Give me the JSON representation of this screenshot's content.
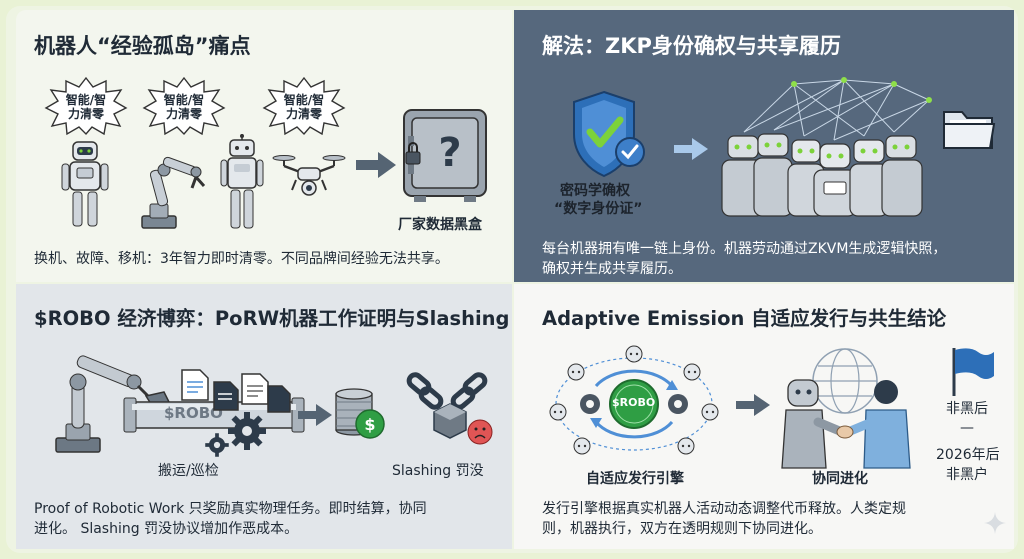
{
  "colors": {
    "page_bg": "#e9f2d5",
    "panel_dark": "#56687d",
    "panel_light": "#f3f6ee",
    "shield_blue": "#2d6fb8",
    "check_green": "#7cd23a",
    "coin_green": "#2f9e44",
    "alert_red": "#e05555",
    "text_dark": "#1f2a36"
  },
  "panel1": {
    "title": "机器人“经验孤岛”痛点",
    "burst_labels": [
      "智能/智力清零",
      "智能/智力清零",
      "智能/智力清零"
    ],
    "box_label": "厂家数据黑盒",
    "caption": "换机、故障、移机：3年智力即时清零。不同品牌间经验无法共享。",
    "icons": [
      "humanoid-robot-icon",
      "robot-arm-icon",
      "service-robot-icon",
      "drone-icon",
      "arrow-right-icon",
      "locked-safe-icon"
    ]
  },
  "panel2": {
    "title": "解法：ZKP身份确权与共享履历",
    "shield_label_line1": "密码学确权",
    "shield_label_line2": "“数字身份证”",
    "caption_line1": "每台机器拥有唯一链上身份。机器劳动通过ZKVM生成逻辑快照，",
    "caption_line2": "确权并生成共享履历。",
    "icons": [
      "shield-check-icon",
      "arrow-right-icon",
      "robot-group-icon",
      "folder-icon"
    ]
  },
  "panel3": {
    "title": "$ROBO 经济博弈：PoRW机器工作证明与Slashing",
    "pipe_label": "$ROBO",
    "left_label": "搬运/巡检",
    "right_label": "Slashing 罚没",
    "caption_line1": "Proof of Robotic Work 只奖励真实物理任务。即时结算，协同",
    "caption_line2": "进化。 Slashing 罚没协议增加作恶成本。",
    "icons": [
      "robot-arm-icon",
      "document-icon",
      "gear-icon",
      "arrow-right-icon",
      "coin-stack-icon",
      "broken-chain-icon",
      "sad-face-icon"
    ]
  },
  "panel4": {
    "title": "Adaptive Emission 自适应发行与共生结论",
    "center_coin": "$ROBO",
    "engine_label": "自适应发行引擎",
    "coop_label": "协同进化",
    "flag_label": "非黑后",
    "dash": "—",
    "year_label": "2026年后",
    "year_label2": "非黑户",
    "caption_line1": "发行引擎根据真实机器人活动动态调整代币释放。人类定规",
    "caption_line2": "则，机器执行，双方在透明规则下协同进化。",
    "icons": [
      "emission-engine-icon",
      "arrow-right-icon",
      "globe-icon",
      "handshake-icon",
      "flag-icon"
    ]
  }
}
